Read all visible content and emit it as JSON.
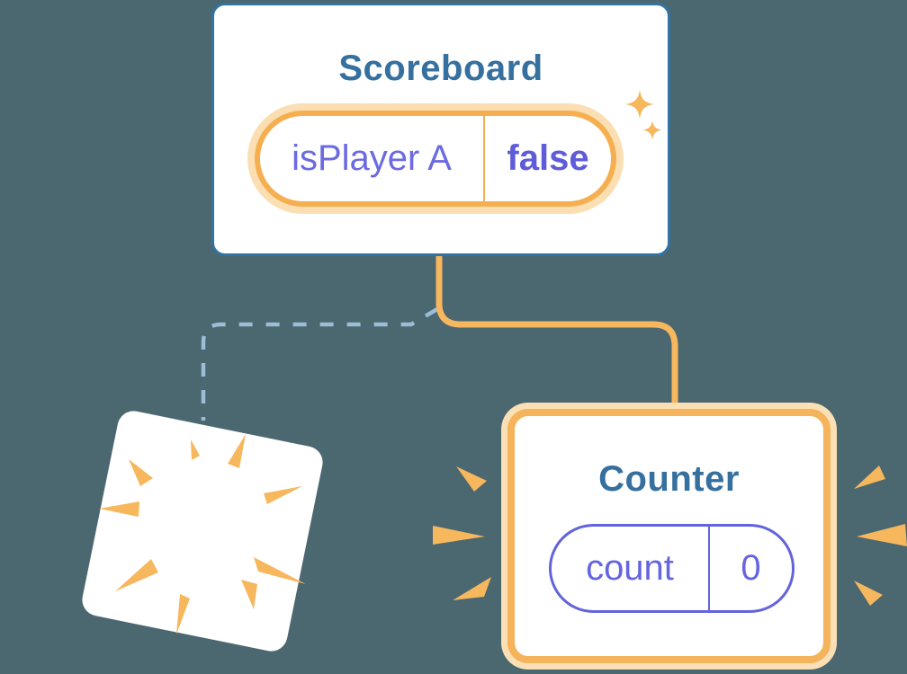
{
  "canvas": {
    "background": "#4B6770"
  },
  "scoreboard": {
    "title": "Scoreboard",
    "state": {
      "key": "isPlayer A",
      "value": "false"
    },
    "decoration": "sparkles-icon"
  },
  "counter": {
    "title": "Counter",
    "state": {
      "key": "count",
      "value": "0"
    },
    "decoration": "emphasis-marks-icon"
  },
  "destroyed_component": {
    "decoration": "explosion-burst-icon"
  },
  "connectors": {
    "active_branch": "solid-orange-line",
    "removed_branch": "dashed-blue-line"
  },
  "colors": {
    "background": "#4B6770",
    "card_border_blue": "#3174A4",
    "title_blue": "#35709E",
    "state_key_purple": "#6B6AE3",
    "state_value_purple": "#5E5CD9",
    "pill_border_purple": "#6363DC",
    "orange": "#F6B75F",
    "orange_light": "#FBDFB2",
    "dashed_line_blue": "#9CBDD6"
  }
}
